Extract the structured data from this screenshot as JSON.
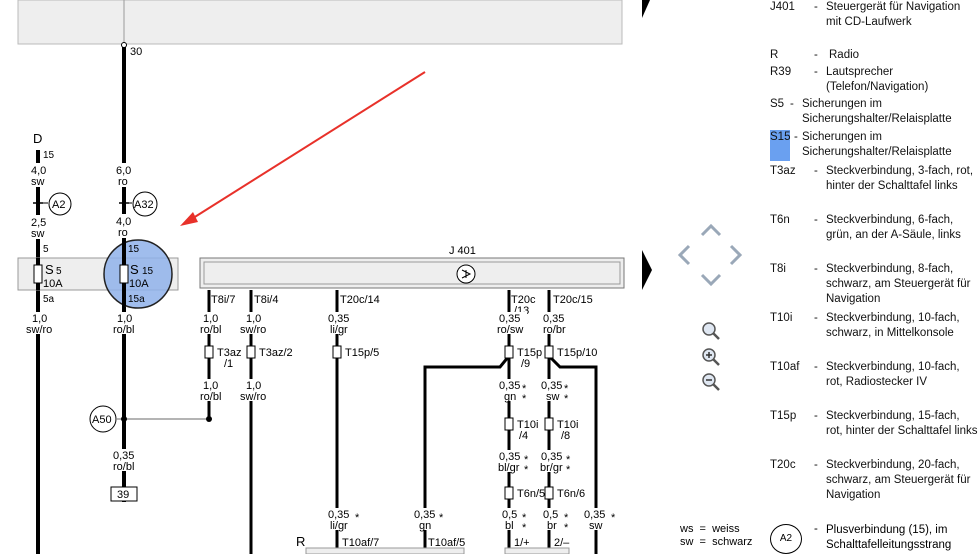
{
  "diagram": {
    "top_terminal": "30",
    "d_label": "D",
    "left_wire": {
      "pin_top": "15",
      "gauge1": "4,0",
      "color1": "sw",
      "gauge2": "2,5",
      "color2": "sw",
      "pin5": "5",
      "pin5a": "5a",
      "gauge3": "1,0",
      "color3": "sw/ro"
    },
    "center_wire": {
      "gauge1": "6,0",
      "color1": "ro",
      "gauge2": "4,0",
      "color2": "ro",
      "pin15": "15",
      "pin15a": "15a",
      "gauge3": "1,0",
      "color3": "ro/bl",
      "gauge4": "0,35",
      "color4": "ro/bl",
      "ref_box": "39"
    },
    "connectors": {
      "a2": "A2",
      "a32": "A32",
      "a50": "A50"
    },
    "fuses": {
      "s5": {
        "name": "S",
        "num": "5",
        "rating": "10A"
      },
      "s15": {
        "name": "S",
        "num": "15",
        "rating": "10A"
      }
    },
    "j401_label": "J 401",
    "pins_row": [
      "T8i/7",
      "T8i/4",
      "T20c/14",
      "T20c",
      "/13",
      "T20c/15"
    ],
    "gauges_row1": [
      {
        "g": "1,0",
        "c": "ro/bl"
      },
      {
        "g": "1,0",
        "c": "sw/ro"
      },
      {
        "g": "0,35",
        "c": "li/gr"
      },
      {
        "g": "0,35",
        "c": "ro/sw"
      },
      {
        "g": "0,35",
        "c": "ro/br"
      }
    ],
    "conn_row": [
      "T3az",
      "/1",
      "T3az/2",
      "T15p/5",
      "T15p",
      "/9",
      "T15p/10"
    ],
    "gauges_row2": [
      {
        "g": "1,0",
        "c": "ro/bl"
      },
      {
        "g": "1,0",
        "c": "sw/ro"
      },
      {
        "g": "0,35",
        "c": "gn"
      },
      {
        "g": "0,35",
        "c": "sw"
      }
    ],
    "t10i": [
      "T10i",
      "/4",
      "T10i",
      "/8"
    ],
    "gauges_row3": [
      {
        "g": "0,35",
        "c": "bl/gr"
      },
      {
        "g": "0,35",
        "c": "br/gr"
      }
    ],
    "t6n": [
      "T6n/5",
      "T6n/6"
    ],
    "bottom_gauges": [
      {
        "g": "0,35",
        "c": "li/gr"
      },
      {
        "g": "0,35",
        "c": "gn"
      },
      {
        "g": "0,5",
        "c": "bl"
      },
      {
        "g": "0,5",
        "c": "br"
      },
      {
        "g": "0,35",
        "c": "sw"
      }
    ],
    "bottom_labels": [
      "R",
      "T10af/7",
      "T10af/5",
      "1/+",
      "2/–"
    ],
    "star": "*"
  },
  "legend": [
    {
      "code": "J401",
      "desc": "Steuergerät für Navigation mit CD-Laufwerk"
    },
    {
      "code": "R",
      "desc": "Radio"
    },
    {
      "code": "R39",
      "desc": "Lautsprecher (Telefon/Navigation)"
    },
    {
      "code": "S5",
      "desc": "Sicherungen im Sicherungshalter/Relaisplatte"
    },
    {
      "code": "S15",
      "desc": "Sicherungen im Sicherungshalter/Relaisplatte"
    },
    {
      "code": "T3az",
      "desc": "Steckverbindung, 3-fach, rot, hinter der Schalttafel links"
    },
    {
      "code": "T6n",
      "desc": "Steckverbindung, 6-fach, grün, an der A-Säule, links"
    },
    {
      "code": "T8i",
      "desc": "Steckverbindung, 8-fach, schwarz, am Steuergerät für Navigation"
    },
    {
      "code": "T10i",
      "desc": "Steckverbindung, 10-fach, schwarz, in Mittelkonsole"
    },
    {
      "code": "T10af",
      "desc": "Steckverbindung, 10-fach, rot, Radiostecker IV"
    },
    {
      "code": "T15p",
      "desc": "Steckverbindung, 15-fach, rot, hinter der Schalttafel links"
    },
    {
      "code": "T20c",
      "desc": "Steckverbindung, 20-fach, schwarz, am Steuergerät für Navigation"
    }
  ],
  "plus_legend": {
    "symbol": "A2",
    "desc": "Plusverbindung (15), im Schalttafelleitungsstrang"
  },
  "abbr": {
    "ws": "ws  =  weiss",
    "sw": "sw  =  schwarz"
  },
  "dash": "-",
  "colors": {
    "highlight": "#6aa0f0",
    "arrow": "#e8312a",
    "wire": "#000000",
    "panel": "#eeeeee"
  },
  "icons": [
    "arrow-up-icon",
    "arrow-left-icon",
    "arrow-right-icon",
    "arrow-down-icon",
    "zoom-icon",
    "zoom-in-icon",
    "zoom-out-icon",
    "page-prev-icon",
    "page-next-icon"
  ]
}
